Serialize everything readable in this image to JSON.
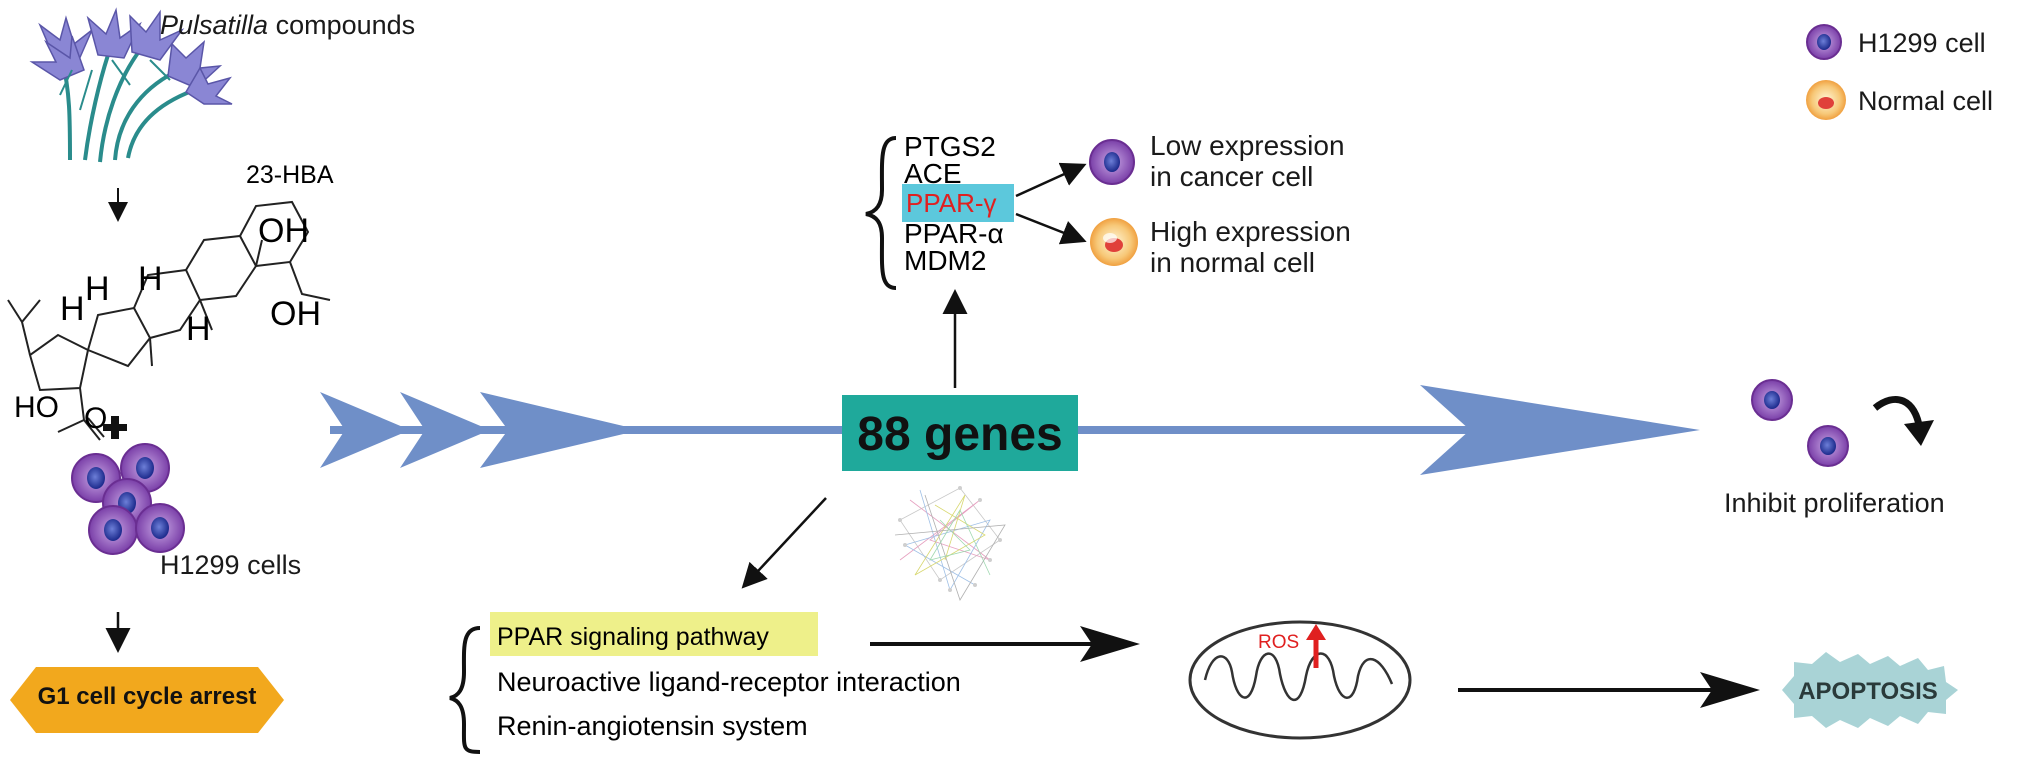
{
  "compound": {
    "title_italic": "Pulsatilla",
    "title_rest": " compounds",
    "molecule": "23-HBA",
    "oh1": "OH",
    "oh2": "OH",
    "ho": "HO",
    "o": "O",
    "h1": "H",
    "h2": "H",
    "h3": "H",
    "h4": "H"
  },
  "cells_label": "H1299 cells",
  "arrest_label": "G1 cell cycle arrest",
  "genes_box": "88 genes",
  "gene_list": [
    "PTGS2",
    "ACE",
    "PPAR-γ",
    "PPAR-α",
    "MDM2"
  ],
  "expression": {
    "low_1": "Low expression",
    "low_2": "in cancer cell",
    "high_1": "High expression",
    "high_2": "in normal cell"
  },
  "legend": {
    "h1299": "H1299 cell",
    "normal": "Normal cell"
  },
  "pathways": [
    "PPAR signaling pathway",
    "Neuroactive ligand-receptor interaction",
    "Renin-angiotensin system"
  ],
  "ros_label": "ROS",
  "apoptosis_label": "APOPTOSIS",
  "outcome_label": "Inhibit proliferation",
  "colors": {
    "accent_teal": "#1fa99b",
    "highlight_cyan": "#5cc8dc",
    "highlight_yellow": "#eef08a",
    "arrow_blue": "#6f8fc8",
    "arrest_orange": "#f2a81d",
    "cancer_purple": "#8a5bb5",
    "red_text": "#e02020",
    "apoptosis_teal": "#a9d3d6"
  }
}
